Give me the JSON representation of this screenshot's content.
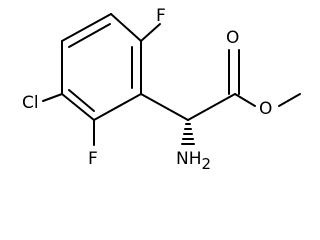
{
  "molecule": {
    "atoms": {
      "f_top": "F",
      "f_bottom": "F",
      "cl": "Cl",
      "o_carbonyl": "O",
      "o_ester": "O",
      "amine": "NH",
      "amine_subscript": "2"
    },
    "stereo": {
      "amine_bond": "hashed-wedge"
    }
  }
}
